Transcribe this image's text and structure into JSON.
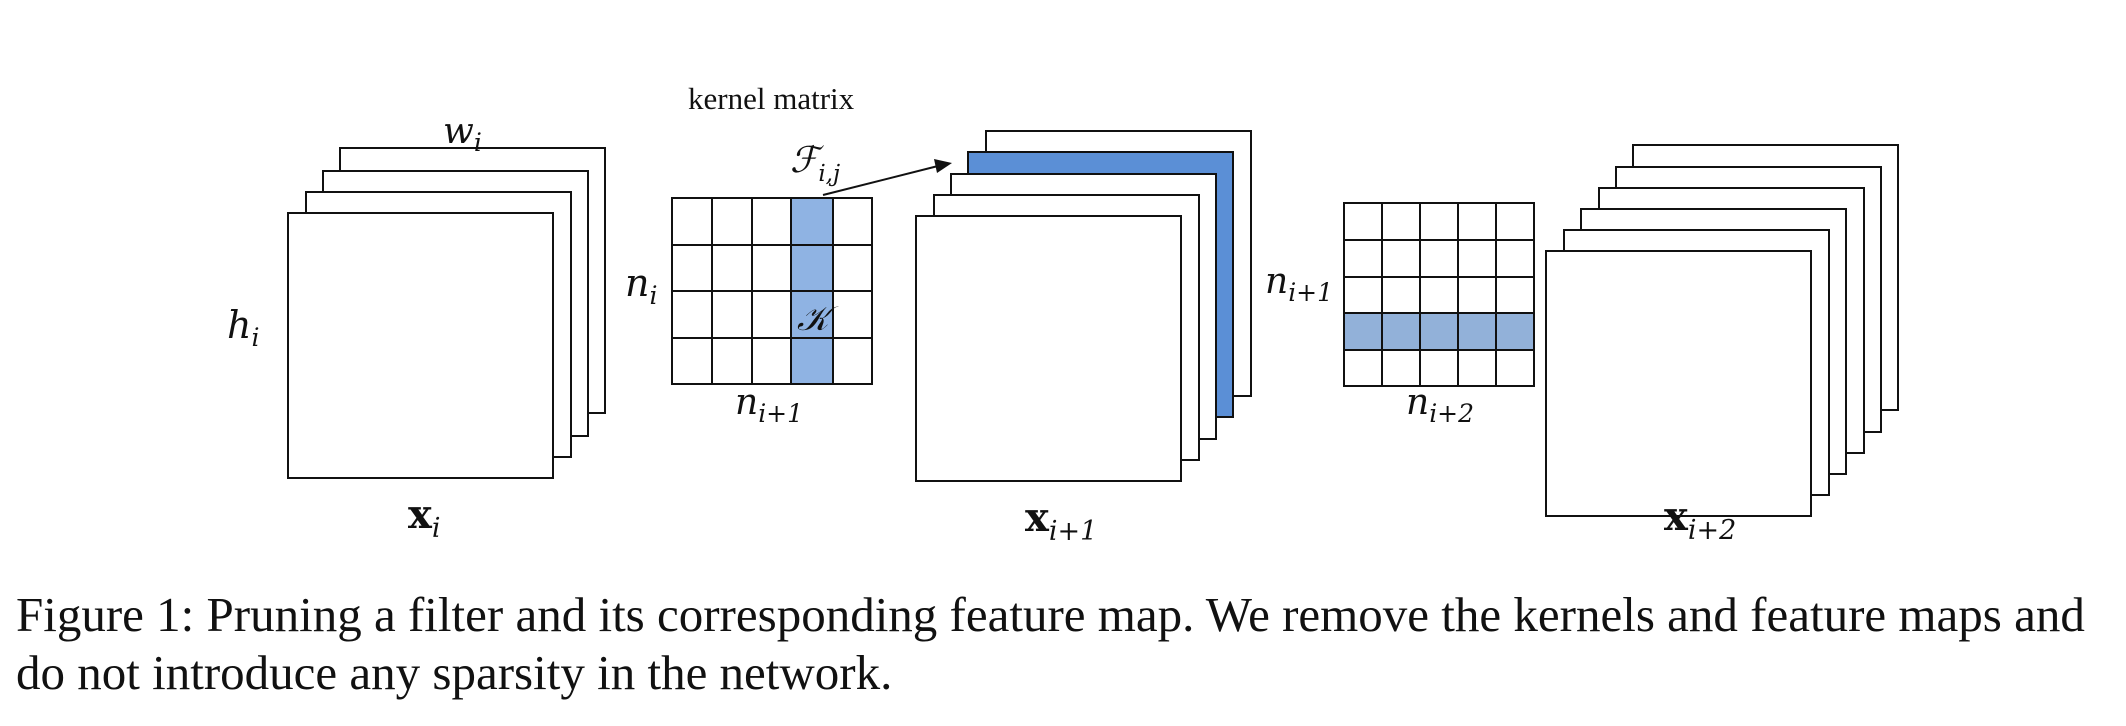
{
  "figure": {
    "kernel_matrix_label": "kernel matrix",
    "w_i": {
      "base": "w",
      "sub": "i"
    },
    "h_i": {
      "base": "h",
      "sub": "i"
    },
    "F_ij": {
      "base": "ℱ",
      "sub": "i,j"
    },
    "n_i": {
      "base": "n",
      "sub": "i"
    },
    "K": "𝒦",
    "n_i1_bottom": {
      "base": "n",
      "sub": "i+1"
    },
    "n_i1_left": {
      "base": "n",
      "sub": "i+1"
    },
    "n_i2": {
      "base": "n",
      "sub": "i+2"
    },
    "x_i": {
      "base": "x",
      "sub": "i"
    },
    "x_i1": {
      "base": "x",
      "sub": "i+1"
    },
    "x_i2": {
      "base": "x",
      "sub": "i+2"
    }
  },
  "colors": {
    "pruned_kernel": "#8fb3e3",
    "pruned_map": "#5b8fd6",
    "pruned_row": "#92b1d9"
  },
  "caption": "Figure 1: Pruning a filter and its corresponding feature map. We remove the kernels and feature maps and do not introduce any sparsity in the network."
}
